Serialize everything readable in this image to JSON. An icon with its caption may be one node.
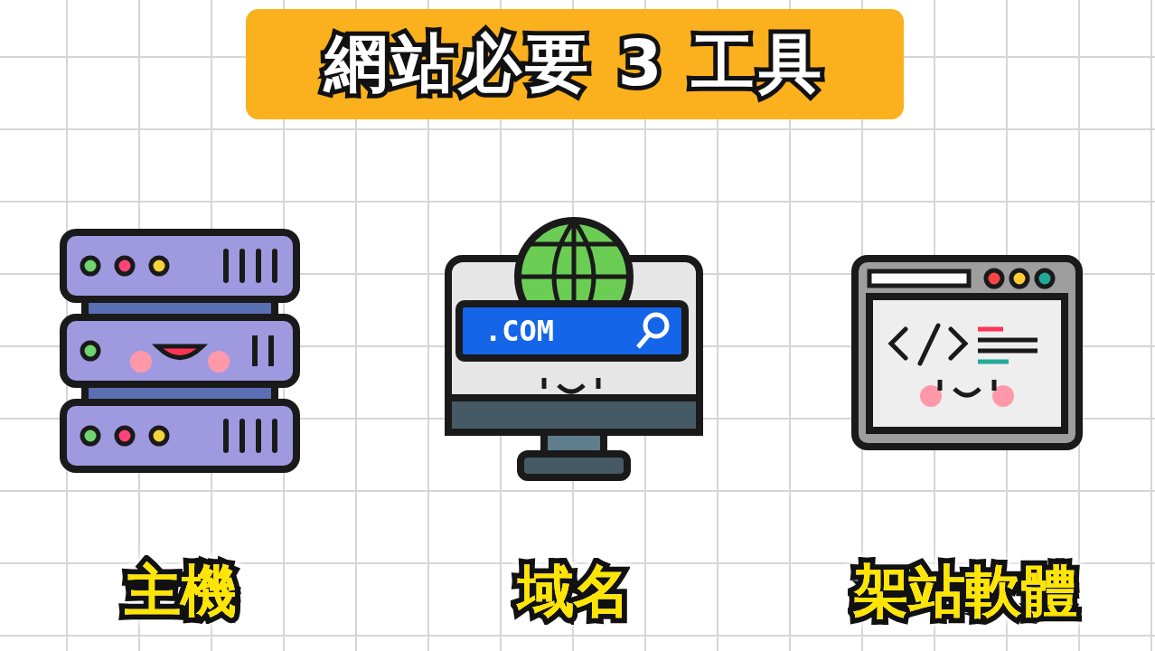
{
  "diagram": {
    "title": "網站必要 3 工具",
    "labels": [
      ".COM",
      "主機",
      "域名",
      "架站軟體"
    ]
  }
}
